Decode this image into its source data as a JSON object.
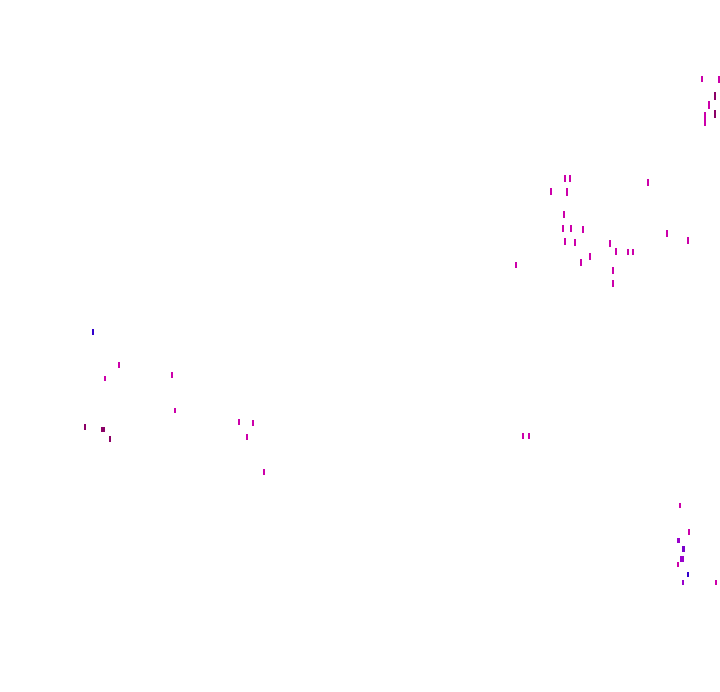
{
  "background": "#ffffff",
  "colors": {
    "magenta": "#cc00aa",
    "dark_magenta": "#8b0066",
    "purple": "#9900cc",
    "violet": "#7a00cc",
    "blue": "#3300cc"
  },
  "clusters": [
    {
      "name": "upper-right-edge",
      "color": "magenta"
    },
    {
      "name": "upper-right-middle",
      "color": "magenta"
    },
    {
      "name": "left-middle",
      "color": "magenta"
    },
    {
      "name": "center-right-pair",
      "color": "magenta"
    },
    {
      "name": "lower-right-edge",
      "color": "purple"
    }
  ]
}
